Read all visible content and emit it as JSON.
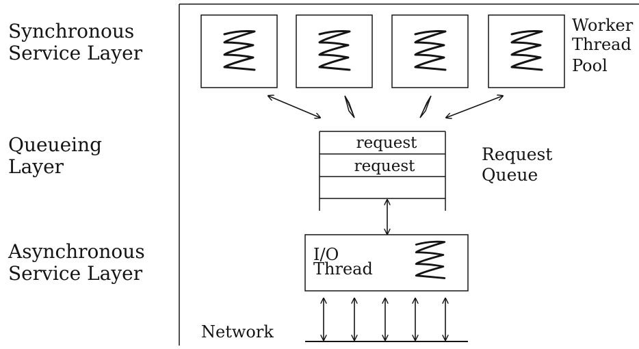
{
  "layers": {
    "sync": "Synchronous\nService Layer",
    "queue": "Queueing\nLayer",
    "async": "Asynchronous\nService Layer"
  },
  "worker_pool_label": [
    "Worker",
    "Thread",
    "Pool"
  ],
  "request_queue": {
    "items": [
      "request",
      "request"
    ],
    "label": [
      "Request",
      "Queue"
    ]
  },
  "io_thread_label": [
    "I/O",
    "Thread"
  ],
  "network_label": "Network",
  "icons": [
    "thread-squiggle-icon",
    "double-arrow-icon",
    "diamond-arrow-icon"
  ],
  "colors": {
    "ink": "#141414",
    "background": "#ffffff"
  }
}
